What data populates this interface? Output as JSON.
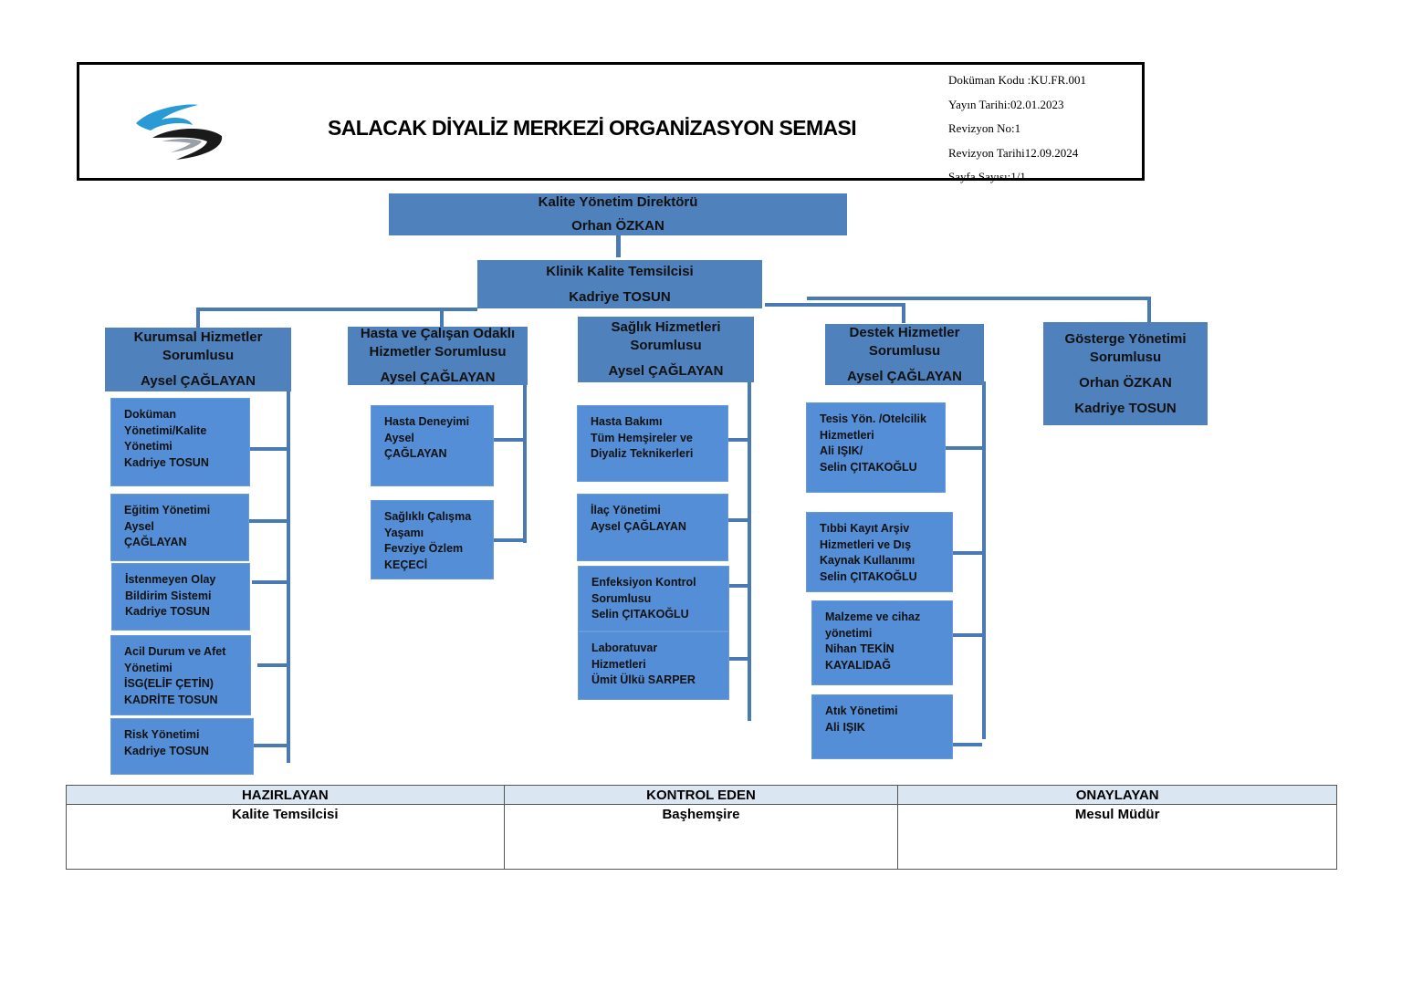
{
  "header": {
    "title": "SALACAK DİYALİZ MERKEZİ ORGANİZASYON SEMASI",
    "meta": [
      "Doküman Kodu :KU.FR.001",
      "Yayın Tarihi:02.01.2023",
      "Revizyon No:1",
      "Revizyon  Tarihi12.09.2024",
      "Sayfa Sayısı:1/1"
    ],
    "logo_colors": {
      "primary": "#2a9ad6",
      "secondary": "#1a1a1a"
    }
  },
  "colors": {
    "box": "#4f81bd",
    "sub_box": "#538ed6",
    "line": "#4a7ab3"
  },
  "org": {
    "director": {
      "title": "Kalite Yönetim Direktörü",
      "name": "Orhan ÖZKAN"
    },
    "representative": {
      "title": "Klinik Kalite Temsilcisi",
      "name": "Kadriye TOSUN"
    },
    "kurumsal": {
      "title": [
        "Kurumsal Hizmetler",
        "Sorumlusu"
      ],
      "name": "Aysel ÇAĞLAYAN",
      "items": [
        [
          "Doküman",
          "Yönetimi/Kalite",
          "Yönetimi",
          "Kadriye TOSUN"
        ],
        [
          "Eğitim Yönetimi",
          "Aysel",
          "ÇAĞLAYAN"
        ],
        [
          "İstenmeyen Olay",
          "Bildirim Sistemi",
          "Kadriye  TOSUN"
        ],
        [
          "Acil Durum ve Afet",
          "Yönetimi",
          "İSG(ELİF ÇETİN)",
          "KADRİTE TOSUN"
        ],
        [
          "Risk Yönetimi",
          "Kadriye TOSUN"
        ]
      ]
    },
    "hasta": {
      "title": [
        "Hasta ve Çalışan Odaklı",
        "Hizmetler Sorumlusu"
      ],
      "name": "Aysel ÇAĞLAYAN",
      "items": [
        [
          "Hasta Deneyimi",
          "Aysel",
          "ÇAĞLAYAN"
        ],
        [
          "Sağlıklı Çalışma",
          "Yaşamı",
          "Fevziye Özlem",
          "KEÇECİ"
        ]
      ]
    },
    "saglik": {
      "title": [
        "Sağlık Hizmetleri",
        "Sorumlusu"
      ],
      "name": "Aysel ÇAĞLAYAN",
      "items": [
        [
          "Hasta Bakımı",
          "Tüm Hemşireler ve",
          "Diyaliz Teknikerleri"
        ],
        [
          "İlaç Yönetimi",
          "Aysel ÇAĞLAYAN"
        ],
        [
          "Enfeksiyon Kontrol",
          "Sorumlusu",
          "Selin ÇITAKOĞLU"
        ],
        [
          "Laboratuvar",
          "Hizmetleri",
          "Ümit Ülkü SARPER"
        ]
      ]
    },
    "destek": {
      "title": [
        "Destek Hizmetler",
        "Sorumlusu"
      ],
      "name": "Aysel ÇAĞLAYAN",
      "items": [
        [
          "Tesis Yön. /Otelcilik",
          "Hizmetleri",
          "Ali IŞIK/",
          "Selin ÇITAKOĞLU"
        ],
        [
          "Tıbbi Kayıt Arşiv",
          "Hizmetleri ve Dış",
          "Kaynak Kullanımı",
          "Selin ÇITAKOĞLU"
        ],
        [
          "Malzeme ve cihaz",
          "yönetimi",
          "Nihan TEKİN",
          "KAYALIDAĞ"
        ],
        [
          "Atık Yönetimi",
          "Ali IŞIK"
        ]
      ]
    },
    "gosterge": {
      "title": [
        "Gösterge Yönetimi",
        "Sorumlusu"
      ],
      "names": [
        "Orhan ÖZKAN",
        "Kadriye TOSUN"
      ]
    }
  },
  "signatures": {
    "headers": [
      "HAZIRLAYAN",
      "KONTROL EDEN",
      "ONAYLAYAN"
    ],
    "roles": [
      "Kalite Temsilcisi",
      "Başhemşire",
      "Mesul Müdür"
    ]
  }
}
